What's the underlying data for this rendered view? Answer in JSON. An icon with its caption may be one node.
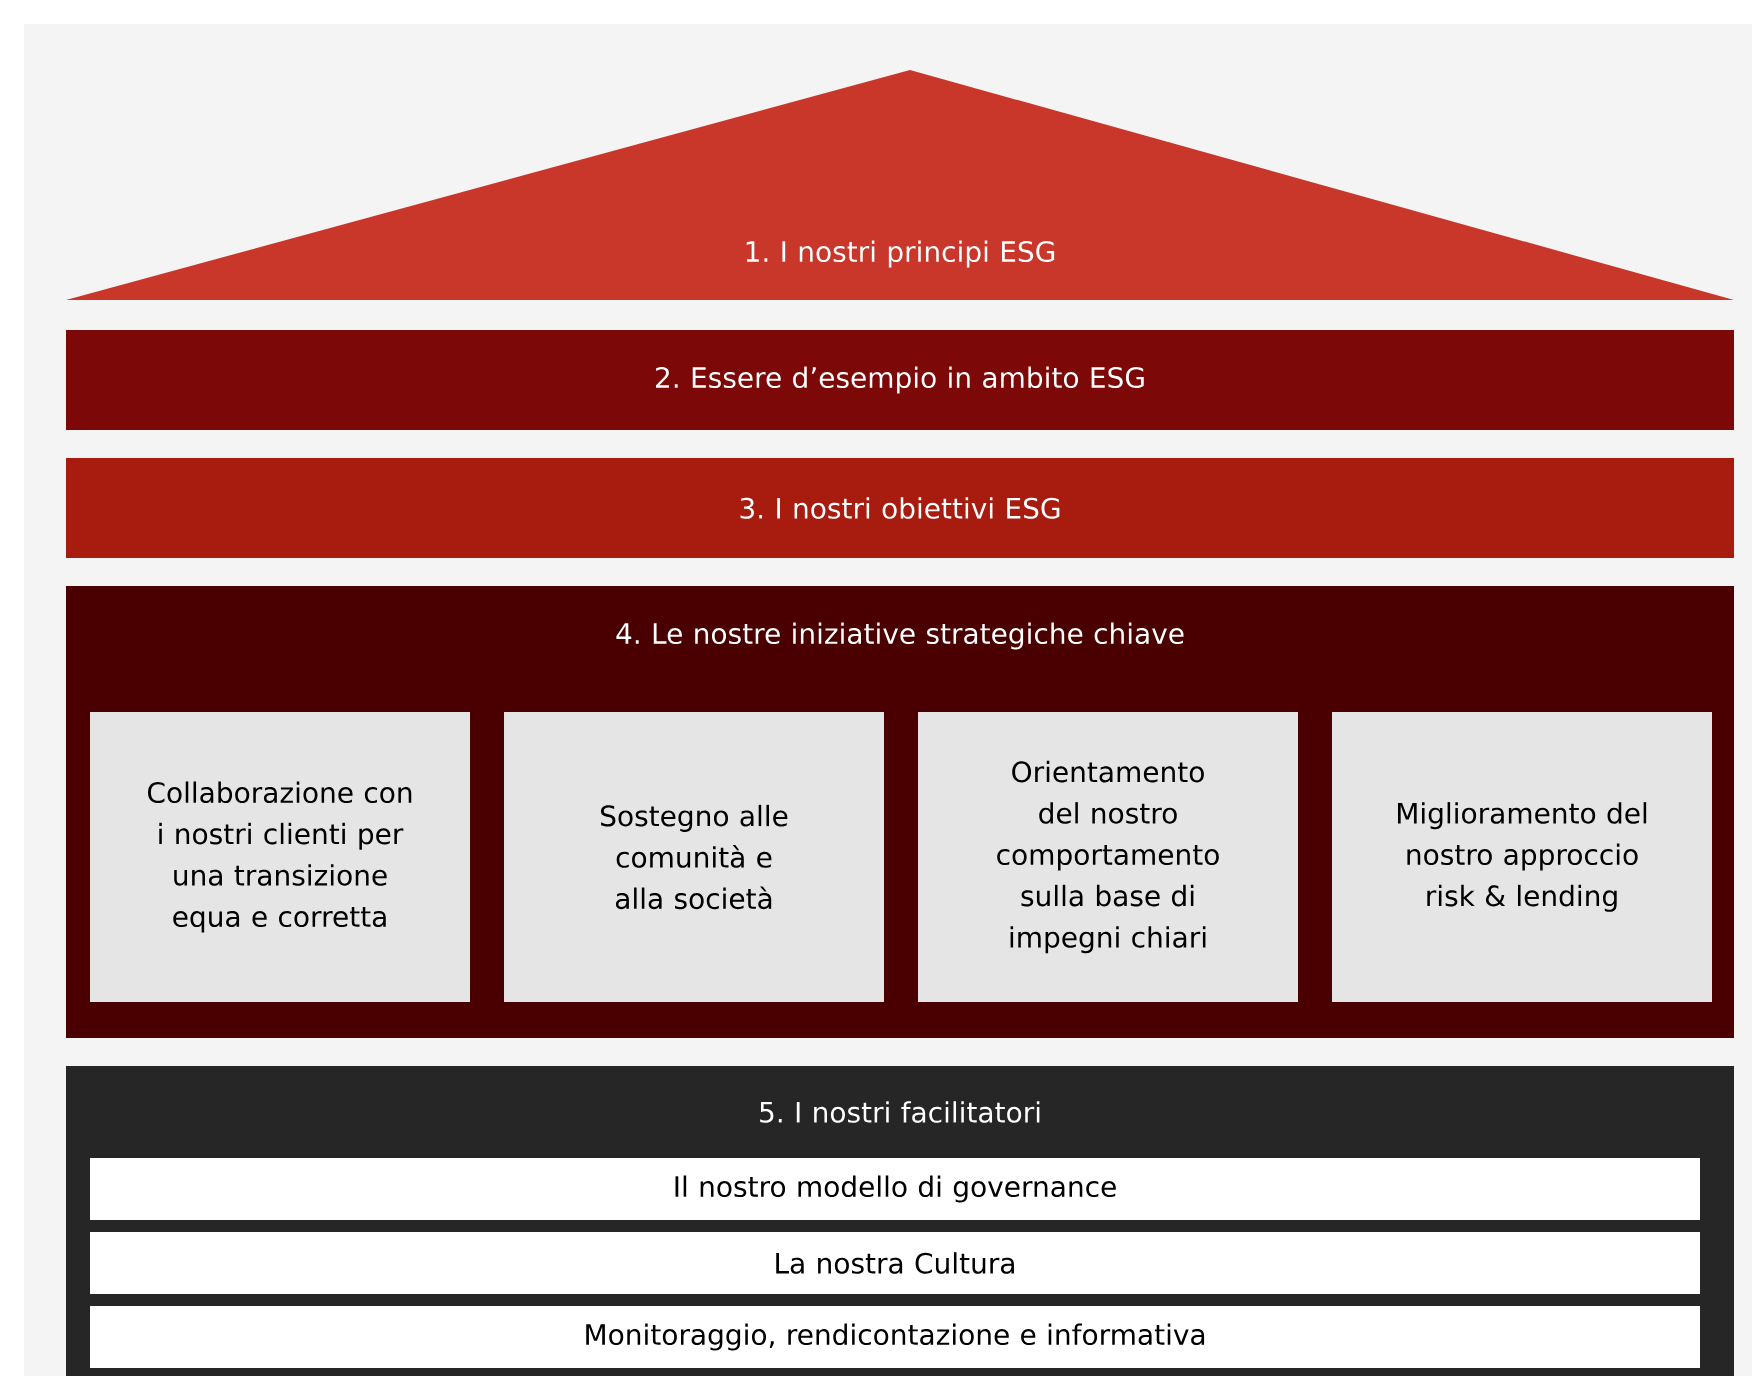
{
  "diagram": {
    "nodes": [
      {
        "text": [
          "1. I nostri principi ESG"
        ]
      },
      {
        "text": [
          "2. Essere d’esempio in ambito ESG"
        ]
      },
      {
        "text": [
          "3. I nostri obiettivi ESG"
        ]
      },
      {
        "text": [
          "4. Le nostre iniziative strategiche chiave"
        ]
      },
      {
        "text": [
          "Collaborazione con i nostri clienti per una transizione equa e corretta"
        ],
        "in": 3
      },
      {
        "text": [
          "Sostegno alle comunità e alla società"
        ],
        "in": 3
      },
      {
        "text": [
          "Orientamento del nostro comportamento sulla base di impegni chiari"
        ],
        "in": 3
      },
      {
        "text": [
          "Miglioramento del nostro approccio risk & lending"
        ],
        "in": 3
      },
      {
        "text": [
          "5. I nostri facilitatori"
        ]
      },
      {
        "text": [
          "Il nostro modello di governance"
        ],
        "in": 8
      },
      {
        "text": [
          "La nostra Cultura"
        ],
        "in": 8
      },
      {
        "text": [
          "Monitoraggio, rendicontazione e informativa"
        ],
        "in": 8
      }
    ]
  }
}
